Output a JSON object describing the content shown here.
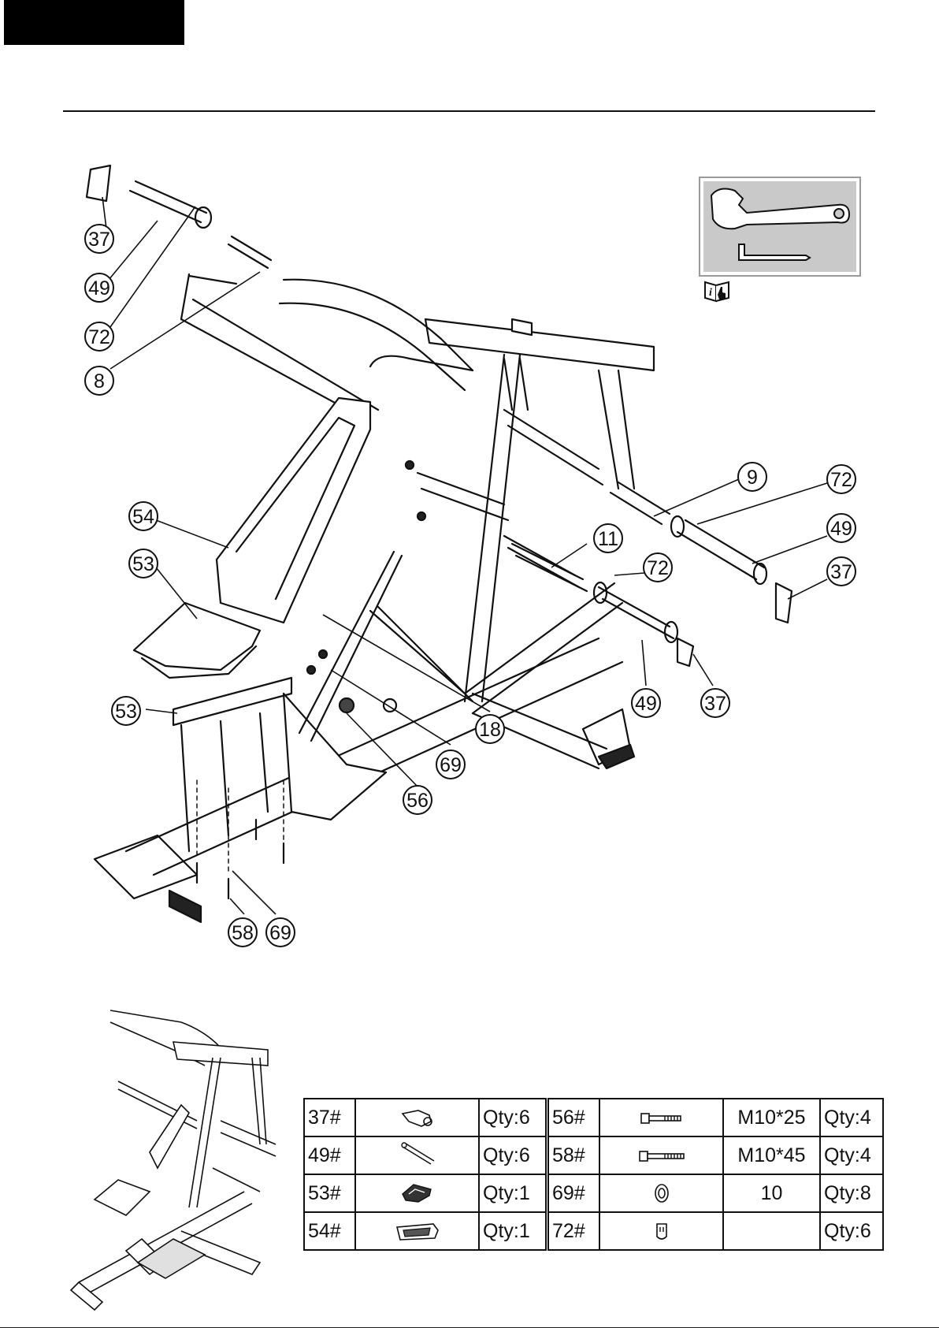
{
  "callouts": {
    "c37a": "37",
    "c49a": "49",
    "c72a": "72",
    "c8": "8",
    "c54": "54",
    "c53a": "53",
    "c53b": "53",
    "c9": "9",
    "c72b": "72",
    "c49b": "49",
    "c37b": "37",
    "c11": "11",
    "c72c": "72",
    "c49c": "49",
    "c37c": "37",
    "c18": "18",
    "c69a": "69",
    "c56": "56",
    "c58": "58",
    "c69b": "69"
  },
  "parts_table": {
    "rows": [
      {
        "left_id": "37#",
        "left_qty": "Qty:6",
        "right_id": "56#",
        "right_spec": "M10*25",
        "right_qty": "Qty:4"
      },
      {
        "left_id": "49#",
        "left_qty": "Qty:6",
        "right_id": "58#",
        "right_spec": "M10*45",
        "right_qty": "Qty:4"
      },
      {
        "left_id": "53#",
        "left_qty": "Qty:1",
        "right_id": "69#",
        "right_spec": "10",
        "right_qty": "Qty:8"
      },
      {
        "left_id": "54#",
        "left_qty": "Qty:1",
        "right_id": "72#",
        "right_spec": "",
        "right_qty": "Qty:6"
      }
    ]
  },
  "icons": {
    "tools": "wrench-and-allen-key-icon",
    "manual": "info-manual-icon"
  }
}
